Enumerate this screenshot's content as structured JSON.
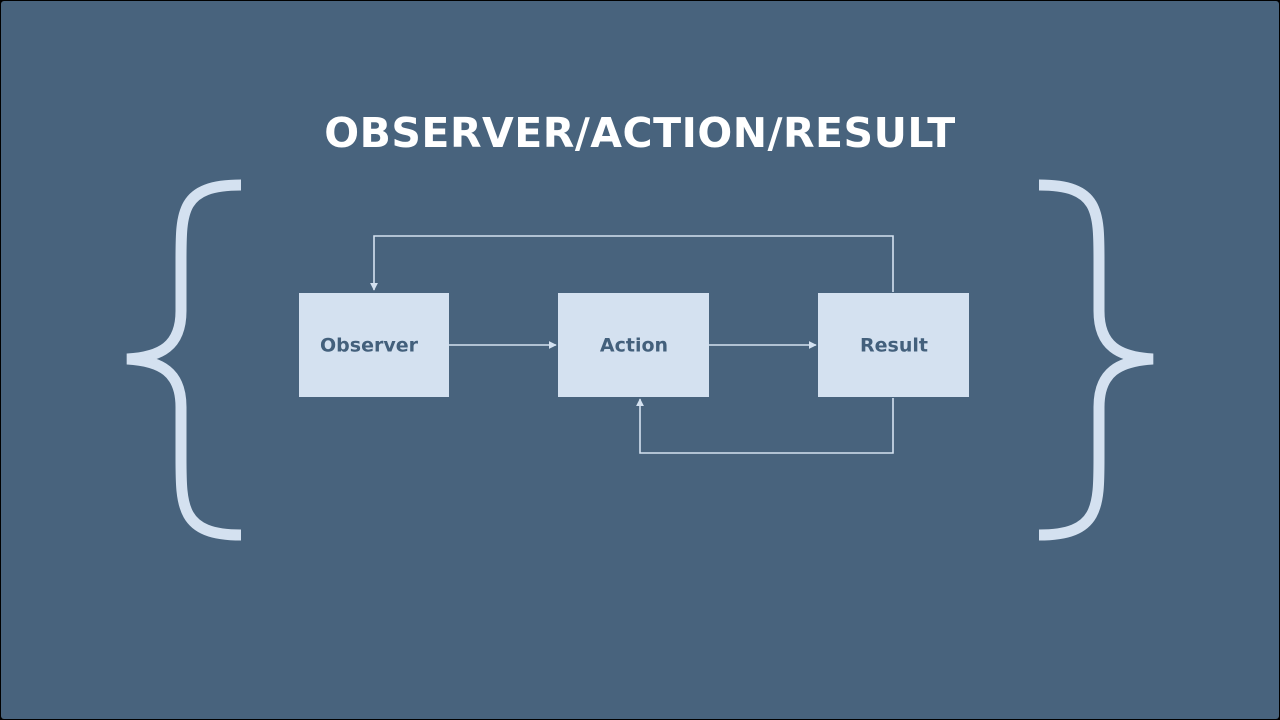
{
  "slide": {
    "title": "OBSERVER/ACTION/RESULT"
  },
  "diagram": {
    "nodes": [
      {
        "id": "observer",
        "label": "Observer"
      },
      {
        "id": "action",
        "label": "Action"
      },
      {
        "id": "result",
        "label": "Result"
      }
    ],
    "edges": [
      {
        "from": "observer",
        "to": "action"
      },
      {
        "from": "action",
        "to": "result"
      },
      {
        "from": "result",
        "to": "observer",
        "route": "above"
      },
      {
        "from": "result",
        "to": "action",
        "route": "below"
      }
    ]
  },
  "colors": {
    "background": "#48637d",
    "box_fill": "#d4e1f0",
    "box_text": "#43607c",
    "line": "#d4e1f0",
    "brace": "#d4e1f0",
    "title": "#ffffff"
  }
}
